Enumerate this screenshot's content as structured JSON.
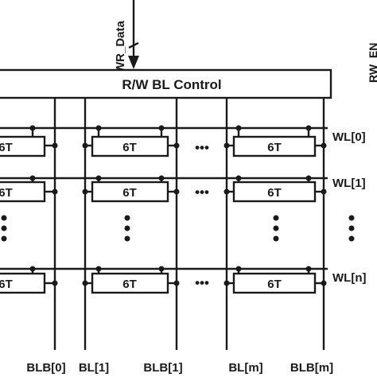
{
  "diagram": {
    "wr_data_label": "WR_Data",
    "rw_en_label": "RW_EN",
    "control_label": "R/W BL Control",
    "cell_label": "6T",
    "ellipsis": "•••",
    "wordlines": [
      "WL[0]",
      "WL[1]",
      "WL[n]"
    ],
    "bitlines": [
      "BLB[0]",
      "BL[1]",
      "BLB[1]",
      "BL[m]",
      "BLB[m]"
    ]
  }
}
